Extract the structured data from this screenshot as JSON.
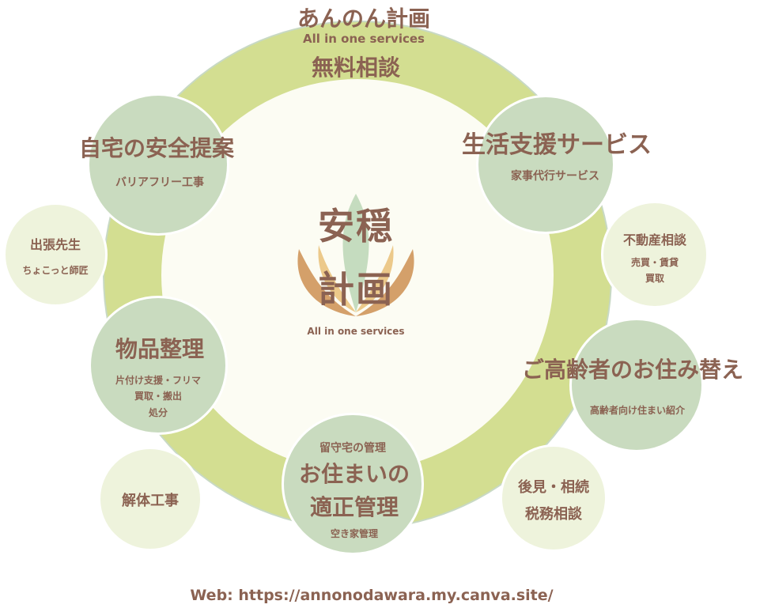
{
  "title": "あんのん計画",
  "subtitle": "All in one services",
  "free": "無料相談",
  "center": {
    "line1": "安穏",
    "line2": "計画",
    "tagline": "All in one services"
  },
  "services": [
    {
      "title": "自宅の安全提案",
      "sub": "バリアフリー工事"
    },
    {
      "title": "生活支援サービス",
      "sub": "家事代行サービス"
    },
    {
      "title": "出張先生",
      "sub": "ちょこっと師匠"
    },
    {
      "title": "不動産相談",
      "sub1": "売買・賃貸",
      "sub2": "買取"
    },
    {
      "title": "物品整理",
      "sub1": "片付け支援・フリマ",
      "sub2": "買取・搬出",
      "sub3": "処分"
    },
    {
      "title": "ご高齢者のお住み替え",
      "sub": "高齢者向け住まい紹介"
    },
    {
      "title": "解体工事"
    },
    {
      "title1": "後見・相続",
      "title2": "税務相談"
    },
    {
      "top": "留守宅の管理",
      "title1": "お住まいの",
      "title2": "適正管理",
      "sub": "空き家管理"
    }
  ],
  "web": "Web: https://annonodawara.my.canva.site/"
}
